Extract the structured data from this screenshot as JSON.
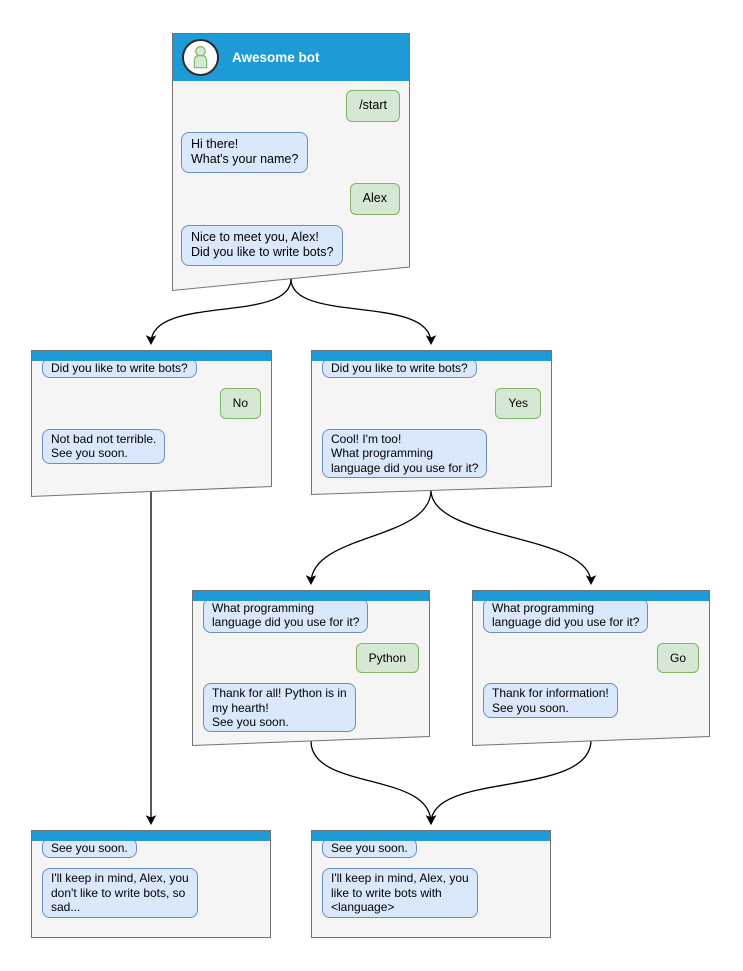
{
  "colors": {
    "header_blue": "#1E9BD7",
    "window_bg": "#F5F5F5",
    "window_border": "#737373",
    "bot_fill": "#DAE8FC",
    "bot_border": "#6C8EBF",
    "user_fill": "#D5E8D4",
    "user_border": "#82B366"
  },
  "windows": {
    "start": {
      "title": "Awesome bot",
      "messages": [
        {
          "from": "user",
          "text": "/start"
        },
        {
          "from": "bot",
          "text": "Hi there!\nWhat's your name?"
        },
        {
          "from": "user",
          "text": "Alex"
        },
        {
          "from": "bot",
          "text": "Nice to meet you, Alex!\nDid you like to write bots?"
        }
      ]
    },
    "branch_no": {
      "messages": [
        {
          "from": "bot",
          "text": "Did you like to write bots?"
        },
        {
          "from": "user",
          "text": "No"
        },
        {
          "from": "bot",
          "text": "Not bad not terrible.\nSee you soon."
        }
      ]
    },
    "branch_yes": {
      "messages": [
        {
          "from": "bot",
          "text": "Did you like to write bots?"
        },
        {
          "from": "user",
          "text": "Yes"
        },
        {
          "from": "bot",
          "text": "Cool! I'm too!\nWhat programming\nlanguage did you use for it?"
        }
      ]
    },
    "lang_python": {
      "messages": [
        {
          "from": "bot",
          "text": "What programming\nlanguage did you use for it?"
        },
        {
          "from": "user",
          "text": "Python"
        },
        {
          "from": "bot",
          "text": "Thank for all! Python is in\nmy hearth!\nSee you soon."
        }
      ]
    },
    "lang_go": {
      "messages": [
        {
          "from": "bot",
          "text": "What programming\nlanguage did you use for it?"
        },
        {
          "from": "user",
          "text": "Go"
        },
        {
          "from": "bot",
          "text": "Thank for information!\nSee you soon."
        }
      ]
    },
    "end_no": {
      "messages": [
        {
          "from": "bot",
          "text": "See you soon."
        },
        {
          "from": "bot",
          "text": "I'll keep in mind, Alex, you\ndon't like to write bots, so\nsad..."
        }
      ]
    },
    "end_yes": {
      "messages": [
        {
          "from": "bot",
          "text": "See you soon."
        },
        {
          "from": "bot",
          "text": "I'll keep in mind, Alex, you\nlike to write bots with\n<language>"
        }
      ]
    }
  }
}
